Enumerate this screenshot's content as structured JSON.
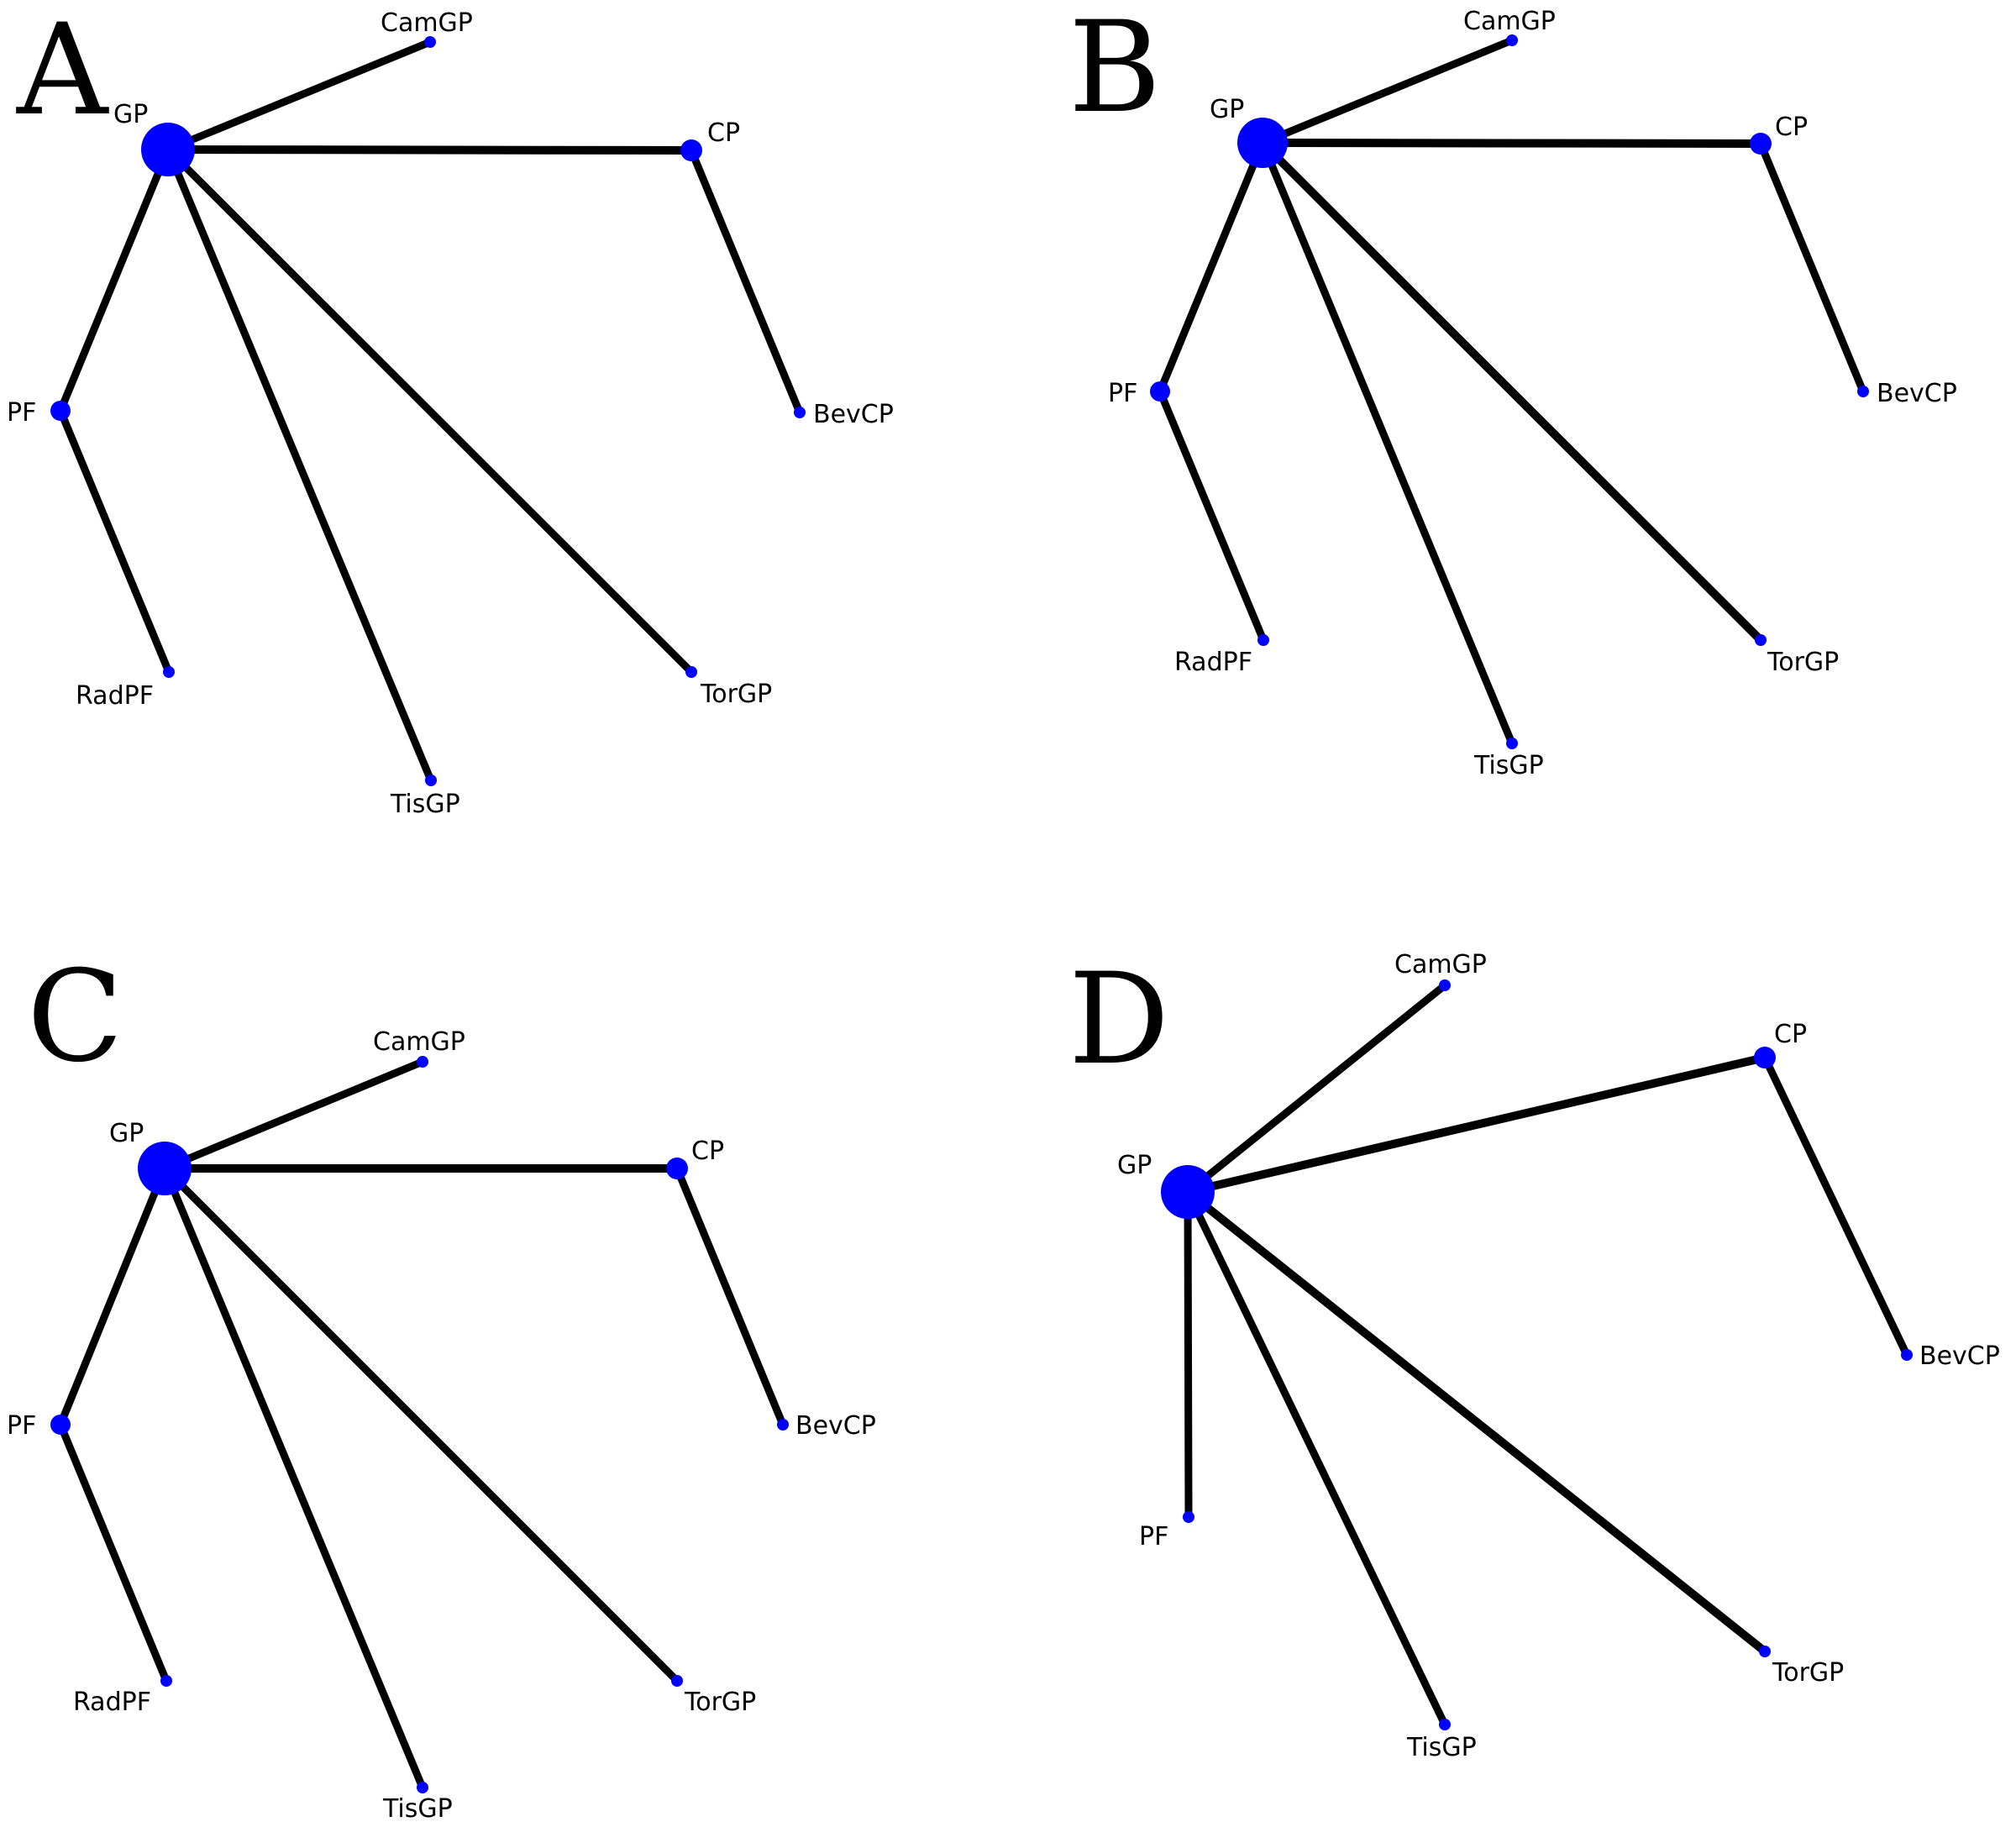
{
  "colors": {
    "node": "#0000ff",
    "edge": "#000000",
    "background": "#ffffff"
  },
  "panels": [
    {
      "letter": "A",
      "nodes": [
        {
          "id": "GP",
          "label": "GP"
        },
        {
          "id": "CamGP",
          "label": "CamGP"
        },
        {
          "id": "CP",
          "label": "CP"
        },
        {
          "id": "BevCP",
          "label": "BevCP"
        },
        {
          "id": "PF",
          "label": "PF"
        },
        {
          "id": "RadPF",
          "label": "RadPF"
        },
        {
          "id": "TisGP",
          "label": "TisGP"
        },
        {
          "id": "TorGP",
          "label": "TorGP"
        }
      ],
      "edges": [
        {
          "from": "GP",
          "to": "CamGP"
        },
        {
          "from": "GP",
          "to": "CP"
        },
        {
          "from": "CP",
          "to": "BevCP"
        },
        {
          "from": "GP",
          "to": "PF"
        },
        {
          "from": "PF",
          "to": "RadPF"
        },
        {
          "from": "GP",
          "to": "TisGP"
        },
        {
          "from": "GP",
          "to": "TorGP"
        }
      ]
    },
    {
      "letter": "B",
      "nodes": [
        {
          "id": "GP",
          "label": "GP"
        },
        {
          "id": "CamGP",
          "label": "CamGP"
        },
        {
          "id": "CP",
          "label": "CP"
        },
        {
          "id": "BevCP",
          "label": "BevCP"
        },
        {
          "id": "PF",
          "label": "PF"
        },
        {
          "id": "RadPF",
          "label": "RadPF"
        },
        {
          "id": "TisGP",
          "label": "TisGP"
        },
        {
          "id": "TorGP",
          "label": "TorGP"
        }
      ],
      "edges": [
        {
          "from": "GP",
          "to": "CamGP"
        },
        {
          "from": "GP",
          "to": "CP"
        },
        {
          "from": "CP",
          "to": "BevCP"
        },
        {
          "from": "GP",
          "to": "PF"
        },
        {
          "from": "PF",
          "to": "RadPF"
        },
        {
          "from": "GP",
          "to": "TisGP"
        },
        {
          "from": "GP",
          "to": "TorGP"
        }
      ]
    },
    {
      "letter": "C",
      "nodes": [
        {
          "id": "GP",
          "label": "GP"
        },
        {
          "id": "CamGP",
          "label": "CamGP"
        },
        {
          "id": "CP",
          "label": "CP"
        },
        {
          "id": "BevCP",
          "label": "BevCP"
        },
        {
          "id": "PF",
          "label": "PF"
        },
        {
          "id": "RadPF",
          "label": "RadPF"
        },
        {
          "id": "TisGP",
          "label": "TisGP"
        },
        {
          "id": "TorGP",
          "label": "TorGP"
        }
      ],
      "edges": [
        {
          "from": "GP",
          "to": "CamGP"
        },
        {
          "from": "GP",
          "to": "CP"
        },
        {
          "from": "CP",
          "to": "BevCP"
        },
        {
          "from": "GP",
          "to": "PF"
        },
        {
          "from": "PF",
          "to": "RadPF"
        },
        {
          "from": "GP",
          "to": "TisGP"
        },
        {
          "from": "GP",
          "to": "TorGP"
        }
      ]
    },
    {
      "letter": "D",
      "nodes": [
        {
          "id": "GP",
          "label": "GP"
        },
        {
          "id": "CamGP",
          "label": "CamGP"
        },
        {
          "id": "CP",
          "label": "CP"
        },
        {
          "id": "BevCP",
          "label": "BevCP"
        },
        {
          "id": "PF",
          "label": "PF"
        },
        {
          "id": "TisGP",
          "label": "TisGP"
        },
        {
          "id": "TorGP",
          "label": "TorGP"
        }
      ],
      "edges": [
        {
          "from": "GP",
          "to": "CamGP"
        },
        {
          "from": "GP",
          "to": "CP"
        },
        {
          "from": "CP",
          "to": "BevCP"
        },
        {
          "from": "GP",
          "to": "PF"
        },
        {
          "from": "GP",
          "to": "TisGP"
        },
        {
          "from": "GP",
          "to": "TorGP"
        }
      ]
    }
  ]
}
